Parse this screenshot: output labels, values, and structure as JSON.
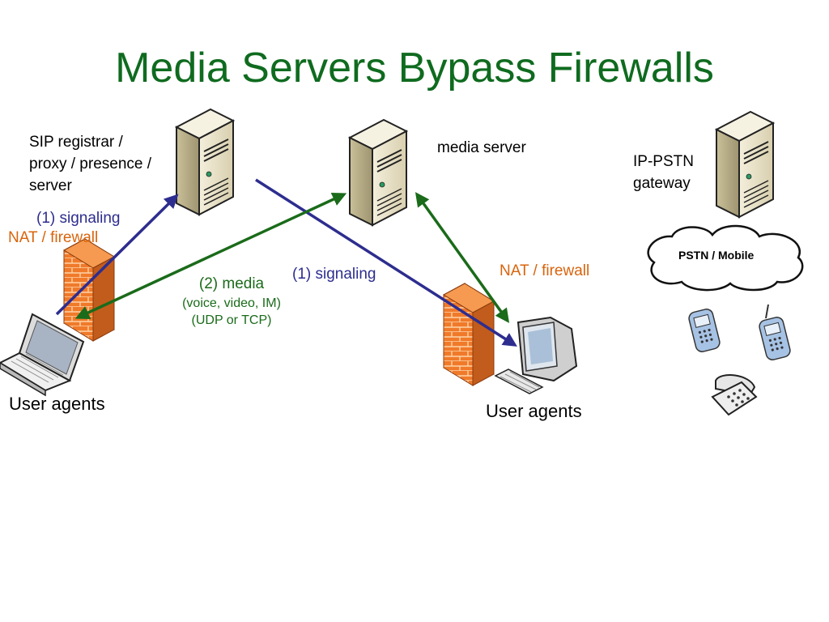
{
  "title": "Media Servers Bypass Firewalls",
  "labels": {
    "sip_server": [
      "SIP registrar /",
      "proxy / presence /",
      "server"
    ],
    "media_server": "media server",
    "gateway": [
      "IP-PSTN",
      "gateway"
    ],
    "signaling_left": "(1) signaling",
    "nat_left": "NAT / firewall",
    "signaling_right": "(1) signaling",
    "nat_right": "NAT / firewall",
    "media": [
      "(2) media",
      "(voice, video, IM)",
      "(UDP or TCP)"
    ],
    "pstn_cloud": "PSTN / Mobile",
    "user_agents_left": "User agents",
    "user_agents_right": "User agents"
  },
  "colors": {
    "title": "#0f6b1f",
    "signaling": "#2d2d8f",
    "media": "#1a6b1a",
    "nat": "#d9640c"
  },
  "icons": [
    "server-icon",
    "firewall-icon",
    "laptop-icon",
    "desktop-computer-icon",
    "cloud-icon",
    "mobile-phone-icon",
    "desk-phone-icon"
  ]
}
